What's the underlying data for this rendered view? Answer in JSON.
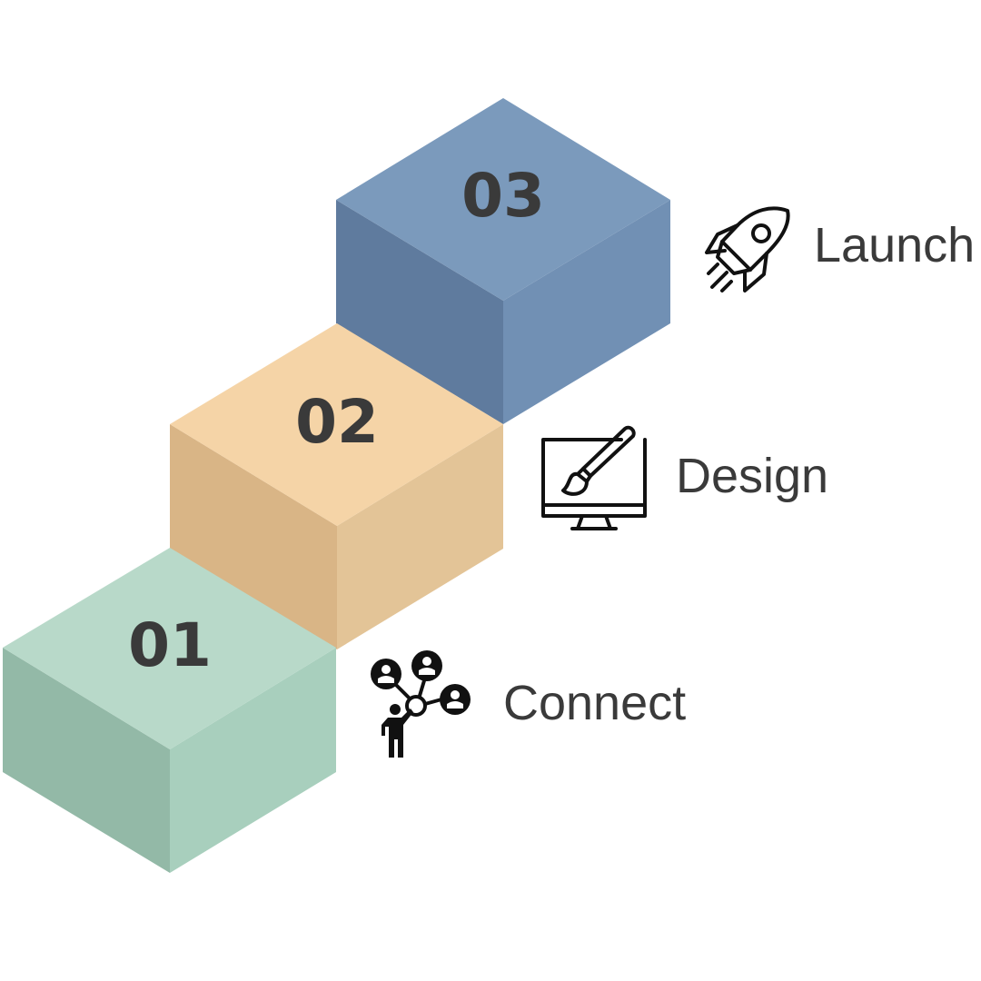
{
  "steps": [
    {
      "number": "01",
      "label": "Connect",
      "icon": "network-people-icon",
      "colors": {
        "top": "#b8d9c9",
        "left": "#93b9a7",
        "right": "#a8cfbd"
      }
    },
    {
      "number": "02",
      "label": "Design",
      "icon": "monitor-brush-icon",
      "colors": {
        "top": "#f5d4a7",
        "left": "#d9b586",
        "right": "#e3c497"
      }
    },
    {
      "number": "03",
      "label": "Launch",
      "icon": "rocket-icon",
      "colors": {
        "top": "#7b9abc",
        "left": "#5f7b9e",
        "right": "#7190b4"
      }
    }
  ]
}
